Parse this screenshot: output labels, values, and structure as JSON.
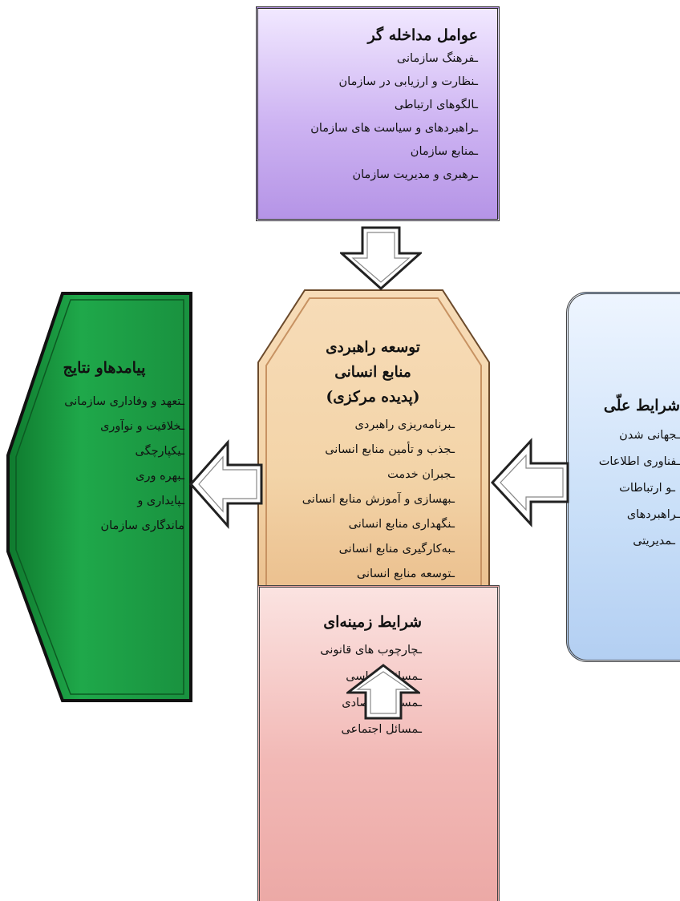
{
  "top": {
    "title": "عوامل مداخله گر",
    "items": [
      "فرهنگ سازمانی",
      "نظارت و ارزیابی در سازمان",
      "الگوهای ارتباطی",
      "راهبردهای و سیاست های سازمان",
      "منابع سازمان",
      "رهبری و مدیریت سازمان"
    ]
  },
  "center": {
    "title_1": "توسعه راهبردی",
    "title_2": "منابع انسانی",
    "title_3": "(پدیده مرکزی)",
    "items": [
      "برنامه‌ریزی راهبردی",
      "جذب و تأمین منابع انسانی",
      "جبران خدمت",
      "بهسازی و آموزش منابع انسانی",
      "نگهداری منابع انسانی",
      "به‌کارگیری منابع انسانی",
      "توسعه منابع انسانی"
    ]
  },
  "left": {
    "title": "پیامدهاو نتایج",
    "items": [
      "تعهد و وفاداری سازمانی",
      "خلاقیت و نوآوری",
      "یکپارچگی",
      "بهره وری",
      "پایداری و",
      "ماندگاری سازمان"
    ]
  },
  "right": {
    "title": "شرایط علّی",
    "items": [
      "جهانی شدن",
      "فناوری اطلاعات",
      "و ارتباطات",
      "راهبردهای",
      "مدیریتی"
    ]
  },
  "bottom": {
    "title": "شرایط زمینه‌ای",
    "items": [
      "چارچوب های قانونی",
      "مسائل سیاسی",
      "مسائل اقتصادی",
      "مسائل اجتماعی"
    ]
  },
  "colors": {
    "top_fill": "#c9b0f0",
    "center_fill": "#f0c89a",
    "left_fill": "#1fa84a",
    "right_fill": "#c3dbf6",
    "bottom_fill": "#f0b5b2",
    "arrow_fill": "#ffffff",
    "outline": "#222222"
  },
  "icons": {
    "arrows": "hollow-block-arrow"
  }
}
